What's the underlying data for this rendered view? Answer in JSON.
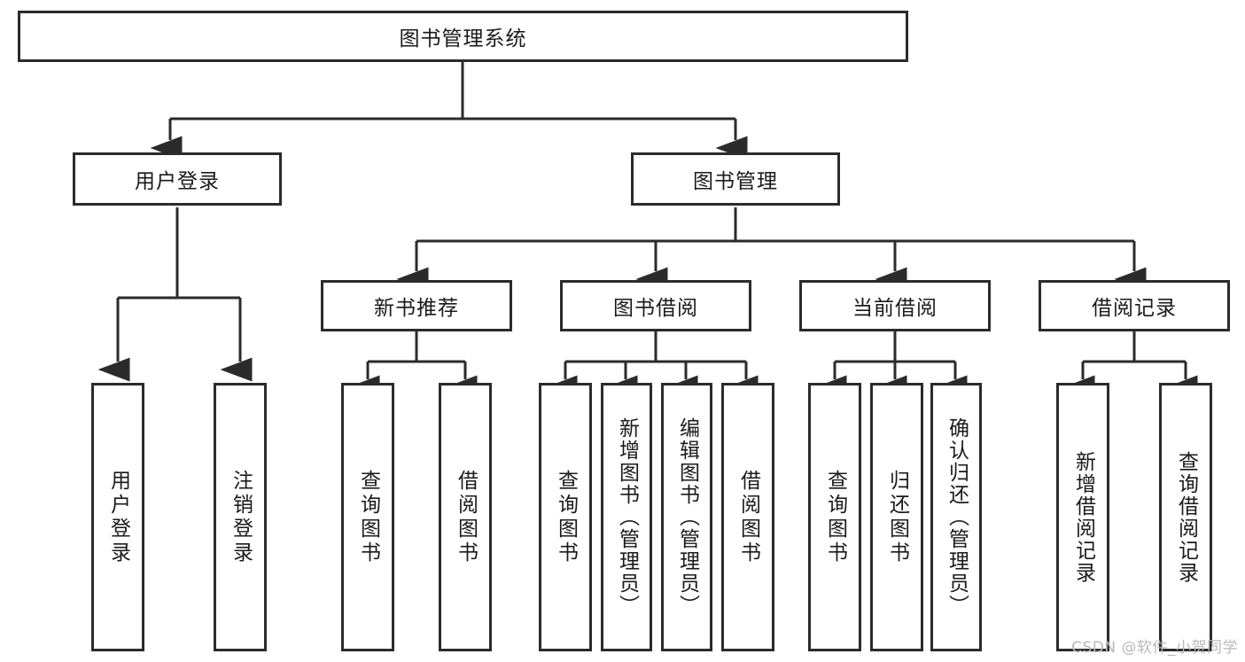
{
  "diagram": {
    "title": "图书管理系统",
    "type": "tree-hierarchy-diagram",
    "root": {
      "id": "root",
      "label": "图书管理系统",
      "orientation": "horizontal"
    },
    "level2": [
      {
        "id": "user-login",
        "label": "用户登录",
        "orientation": "horizontal"
      },
      {
        "id": "book-manage",
        "label": "图书管理",
        "orientation": "horizontal"
      }
    ],
    "level3": [
      {
        "id": "new-book-recommend",
        "label": "新书推荐",
        "orientation": "horizontal",
        "parent": "book-manage"
      },
      {
        "id": "book-borrow",
        "label": "图书借阅",
        "orientation": "horizontal",
        "parent": "book-manage"
      },
      {
        "id": "current-borrow",
        "label": "当前借阅",
        "orientation": "horizontal",
        "parent": "book-manage"
      },
      {
        "id": "borrow-record",
        "label": "借阅记录",
        "orientation": "horizontal",
        "parent": "book-manage"
      }
    ],
    "leaves": [
      {
        "id": "leaf-user-login",
        "label": "用户登录",
        "parent": "user-login"
      },
      {
        "id": "leaf-logout-login",
        "label": "注销登录",
        "parent": "user-login"
      },
      {
        "id": "leaf-query-book-1",
        "label": "查询图书",
        "parent": "new-book-recommend"
      },
      {
        "id": "leaf-borrow-book-1",
        "label": "借阅图书",
        "parent": "new-book-recommend"
      },
      {
        "id": "leaf-query-book-2",
        "label": "查询图书",
        "parent": "book-borrow"
      },
      {
        "id": "leaf-add-book",
        "label": "新增图书（管理员）",
        "parent": "book-borrow"
      },
      {
        "id": "leaf-edit-book",
        "label": "编辑图书（管理员）",
        "parent": "book-borrow"
      },
      {
        "id": "leaf-borrow-book-2",
        "label": "借阅图书",
        "parent": "book-borrow"
      },
      {
        "id": "leaf-query-book-3",
        "label": "查询图书",
        "parent": "current-borrow"
      },
      {
        "id": "leaf-return-book",
        "label": "归还图书",
        "parent": "current-borrow"
      },
      {
        "id": "leaf-confirm-return",
        "label": "确认归还（管理员）",
        "parent": "current-borrow"
      },
      {
        "id": "leaf-add-record",
        "label": "新增借阅记录",
        "parent": "borrow-record"
      },
      {
        "id": "leaf-query-record",
        "label": "查询借阅记录",
        "parent": "borrow-record"
      }
    ],
    "colors": {
      "stroke": "#2b2b2b",
      "fill": "#ffffff",
      "text": "#1a1a1a",
      "watermark": "#b8b8b8"
    }
  },
  "watermark": {
    "text": "CSDN @软件_小贺同学"
  }
}
